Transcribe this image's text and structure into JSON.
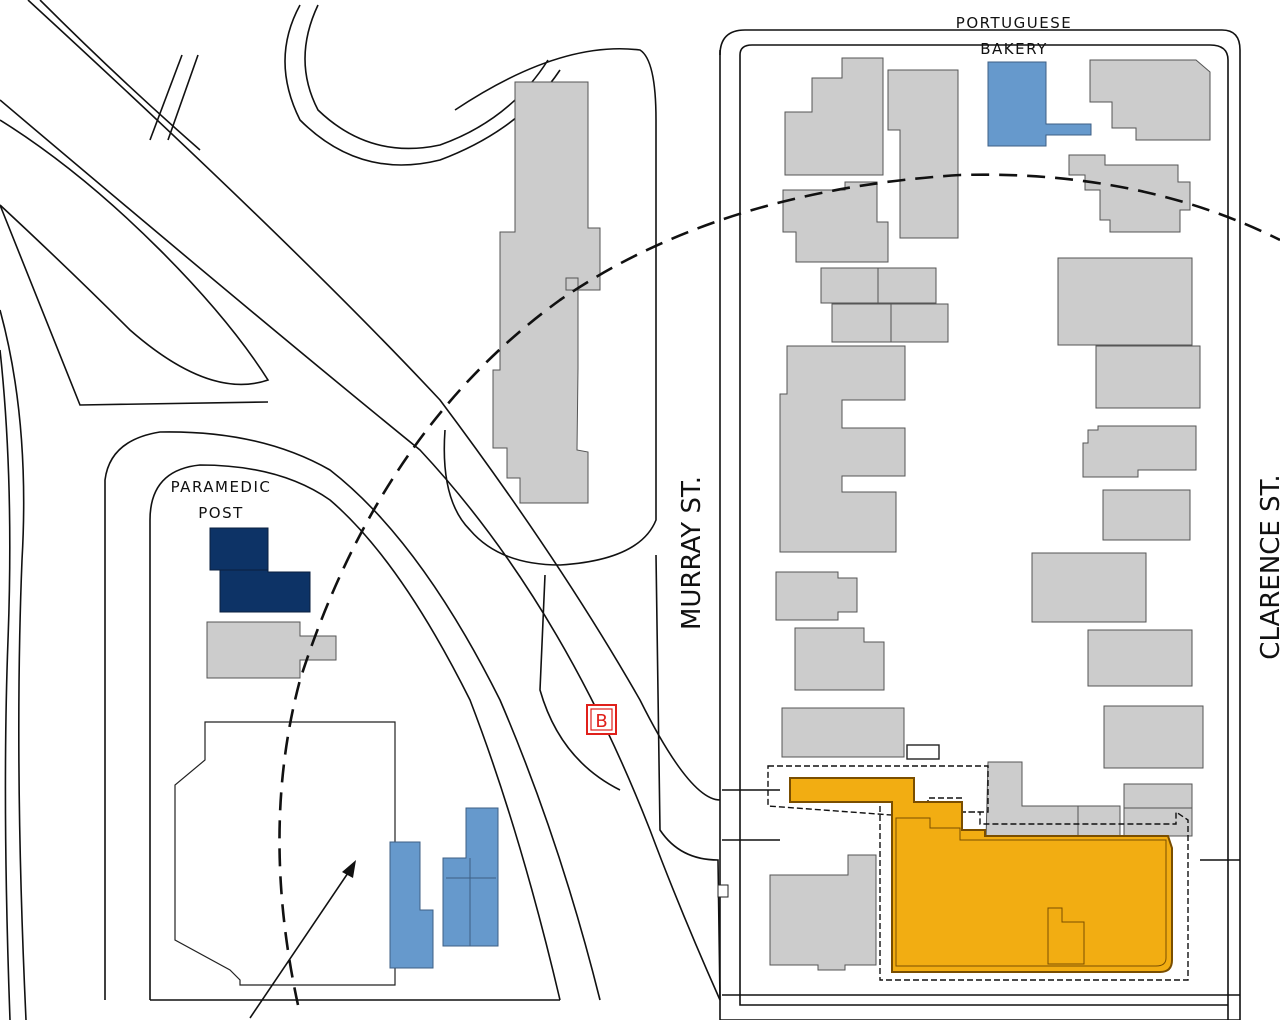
{
  "labels": {
    "paramedic_line1": "PARAMEDIC",
    "paramedic_line2": "POST",
    "bakery_line1": "PORTUGUESE",
    "bakery_line2": "BAKERY",
    "murray_street": "MURRAY ST.",
    "clarence_street": "CLARENCE ST.",
    "marker_b": "B"
  },
  "colors": {
    "existing_building": "#cccccc",
    "building_outline": "#555555",
    "paramedic_post": "#0d3366",
    "portuguese_bakery": "#6699cc",
    "light_blue_buildings": "#6699cc",
    "proposed_site": "#f2ad12",
    "marker_b": "#e0201b",
    "lines": "#111111"
  },
  "features": {
    "radius_line": "dashed-arc",
    "direction_arrow": "north-east-arrow"
  }
}
